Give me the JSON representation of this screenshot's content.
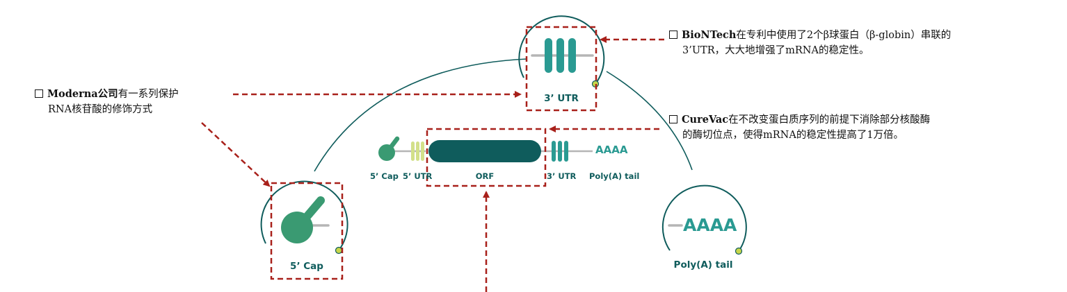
{
  "notes": {
    "moderna": {
      "brand": "Moderna公司",
      "text1": "有一系列保护",
      "text2": "RNA核苷酸的修饰方式"
    },
    "biontech": {
      "brand": "BioNTech",
      "text1": "在专利中使用了2个β球蛋白（β-globin）串联的",
      "text2": "3’UTR，大大地增强了mRNA的稳定性。"
    },
    "curevac": {
      "brand": "CureVac",
      "text1": "在不改变蛋白质序列的前提下消除部分核酸酶",
      "text2": "的酶切位点，使得mRNA的稳定性提高了1万倍。"
    }
  },
  "labels": {
    "utr3_big": "3’ UTR",
    "cap_big": "5’ Cap",
    "polya_big": "Poly(A) tail",
    "polya_big_seq": "AAAA",
    "strand_cap": "5’ Cap",
    "strand_utr5": "5’ UTR",
    "strand_orf": "ORF",
    "strand_utr3": "3’ UTR",
    "strand_polya": "Poly(A) tail",
    "strand_seq": "AAAA"
  },
  "colors": {
    "dark_teal": "#0f5c5c",
    "teal": "#2a9a92",
    "mid_green": "#3a9a72",
    "light_green": "#d3e08a",
    "gray": "#b5b5b5",
    "dash_red": "#a8201a",
    "dot_yellow": "#c8d64a"
  }
}
